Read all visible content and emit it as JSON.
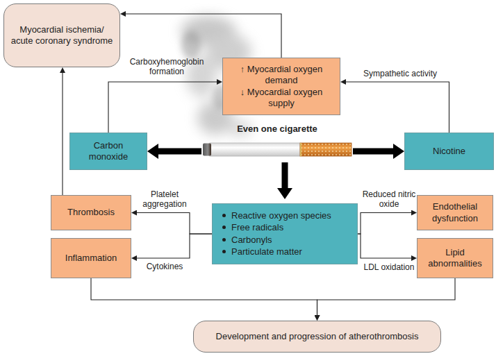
{
  "diagram": {
    "nodes": [
      {
        "text": [
          "Myocardial ischemia/ acute coronary syndrome"
        ]
      },
      {
        "text": [
          "↑ Myocardial oxygen demand",
          "↓ Myocardial oxygen supply"
        ]
      },
      {
        "text": [
          "Carbon monoxide"
        ]
      },
      {
        "text": [
          "Even one cigarette"
        ]
      },
      {
        "text": [
          "Nicotine"
        ]
      },
      {
        "text": [
          "Thrombosis"
        ]
      },
      {
        "text": [
          "Reactive oxygen species",
          "Free radicals",
          "Carbonyls",
          "Particulate matter"
        ]
      },
      {
        "text": [
          "Endothelial dysfunction"
        ]
      },
      {
        "text": [
          "Inflammation"
        ]
      },
      {
        "text": [
          "Lipid abnormalities"
        ]
      },
      {
        "text": [
          "Development and progression of atherothrombosis"
        ]
      }
    ],
    "edges": [
      {
        "from": 1,
        "to": 0,
        "arrow": "to"
      },
      {
        "from": 2,
        "to": 1,
        "label": "Carboxyhemoglobin formation",
        "arrow": "to"
      },
      {
        "from": 4,
        "to": 1,
        "label": "Sympathetic activity",
        "arrow": "to"
      },
      {
        "from": 3,
        "to": 2,
        "arrow": "to"
      },
      {
        "from": 3,
        "to": 4,
        "arrow": "to"
      },
      {
        "from": 3,
        "to": 6,
        "arrow": "to"
      },
      {
        "from": 6,
        "to": 5,
        "label": "Platelet aggregation",
        "arrow": "to"
      },
      {
        "from": 6,
        "to": 8,
        "label": "Cytokines",
        "arrow": "to"
      },
      {
        "from": 6,
        "to": 7,
        "label": "Reduced nitric oxide",
        "arrow": "to"
      },
      {
        "from": 6,
        "to": 9,
        "label": "LDL oxidation",
        "arrow": "to"
      },
      {
        "from": 5,
        "to": 0,
        "arrow": "to"
      },
      {
        "from": 8,
        "to": 10,
        "arrow": "to"
      },
      {
        "from": 9,
        "to": 10,
        "arrow": "to"
      }
    ]
  }
}
